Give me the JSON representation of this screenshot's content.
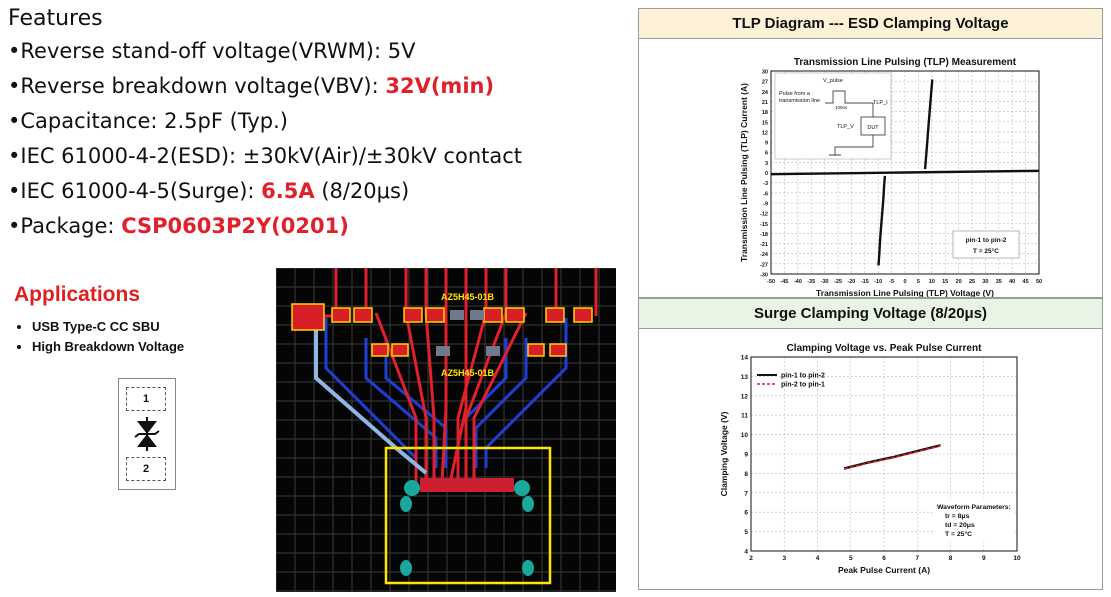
{
  "features": {
    "title": "Features",
    "items": [
      {
        "text": "•Reverse stand-off voltage(VRWM): 5V",
        "hl": ""
      },
      {
        "text": "•Reverse breakdown voltage(VBV): ",
        "hl": "32V(min)"
      },
      {
        "text": "•Capacitance: 2.5pF (Typ.)",
        "hl": ""
      },
      {
        "text": "•IEC 61000-4-2(ESD): ±30kV(Air)/±30kV contact",
        "hl": ""
      },
      {
        "text": "•IEC 61000-4-5(Surge): ",
        "hl": "6.5A",
        "tail": " (8/20μs)"
      },
      {
        "text": "•Package: ",
        "hl": "CSP0603P2Y(0201)"
      }
    ]
  },
  "applications": {
    "title": "Applications",
    "items": [
      "USB Type-C CC SBU",
      "High Breakdown Voltage"
    ],
    "pin_labels": [
      "1",
      "2"
    ]
  },
  "pcb": {
    "labels": [
      "AZ5H45-01B",
      "AZ5H45-01B"
    ]
  },
  "colors": {
    "highlight": "#e0202a",
    "tlp_header": "#fdf2d8",
    "surge_header": "#e9f4e5",
    "grid": "#b8b8b8"
  },
  "tlp_panel": {
    "header": "TLP Diagram --- ESD Clamping Voltage"
  },
  "surge_panel": {
    "header": "Surge Clamping Voltage (8/20μs)"
  },
  "chart_data": [
    {
      "type": "line",
      "title": "Transmission Line Pulsing (TLP) Measurement",
      "xlabel": "Transmission Line Pulsing (TLP) Voltage (V)",
      "ylabel": "Transmission Line Pulsing (TLP) Current (A)",
      "xlim": [
        -50,
        50
      ],
      "ylim": [
        -30,
        30
      ],
      "xticks": [
        -50,
        -45,
        -40,
        -35,
        -30,
        -25,
        -20,
        -15,
        -10,
        -5,
        0,
        5,
        10,
        15,
        20,
        25,
        30,
        35,
        40,
        45,
        50
      ],
      "yticks": [
        30,
        27,
        24,
        21,
        18,
        15,
        12,
        9,
        6,
        3,
        0,
        -3,
        -6,
        -9,
        -12,
        -15,
        -18,
        -21,
        -24,
        -27,
        -30
      ],
      "grid": true,
      "series": [
        {
          "x": [
            7.5,
            7.8,
            8.2,
            8.6,
            9.0,
            9.4,
            9.8,
            10.2
          ],
          "y": [
            1,
            4,
            8,
            12,
            16,
            20,
            24,
            27.5
          ]
        },
        {
          "x": [
            -7.5,
            -7.8,
            -8.1,
            -8.5,
            -8.9,
            -9.3,
            -9.6,
            -9.9
          ],
          "y": [
            -1,
            -4,
            -8,
            -12,
            -16,
            -20,
            -24,
            -27.5
          ]
        },
        {
          "x": [
            -50,
            0,
            50
          ],
          "y": [
            -0.5,
            0,
            0.5
          ]
        }
      ],
      "annotations": [
        "pin-1 to pin-2",
        "T = 25°C"
      ],
      "inset_labels": [
        "V_pulse",
        "Pulse from a",
        "transmission line",
        "100ns",
        "TLP_I",
        "TLP_V",
        "DUT"
      ]
    },
    {
      "type": "line",
      "title": "Clamping Voltage vs. Peak Pulse Current",
      "xlabel": "Peak Pulse Current (A)",
      "ylabel": "Clamping Voltage (V)",
      "xlim": [
        2,
        10
      ],
      "ylim": [
        4,
        14
      ],
      "xticks": [
        2,
        3,
        4,
        5,
        6,
        7,
        8,
        9,
        10
      ],
      "yticks": [
        4,
        5,
        6,
        7,
        8,
        9,
        10,
        11,
        12,
        13,
        14
      ],
      "grid": true,
      "legend": "top-left",
      "series": [
        {
          "name": "pin-1 to pin-2",
          "x": [
            4.8,
            5.5,
            6.3,
            7.0,
            7.7
          ],
          "y": [
            8.25,
            8.55,
            8.85,
            9.15,
            9.45
          ],
          "color": "#111111",
          "dash": false
        },
        {
          "name": "pin-2 to pin-1",
          "x": [
            4.8,
            5.5,
            6.3,
            7.0,
            7.7
          ],
          "y": [
            8.22,
            8.52,
            8.82,
            9.12,
            9.42
          ],
          "color": "#e02020",
          "dash": true
        }
      ],
      "annotations": [
        "Waveform Parameters:",
        "tr = 8μs",
        "td = 20μs",
        "T = 25°C"
      ]
    }
  ]
}
